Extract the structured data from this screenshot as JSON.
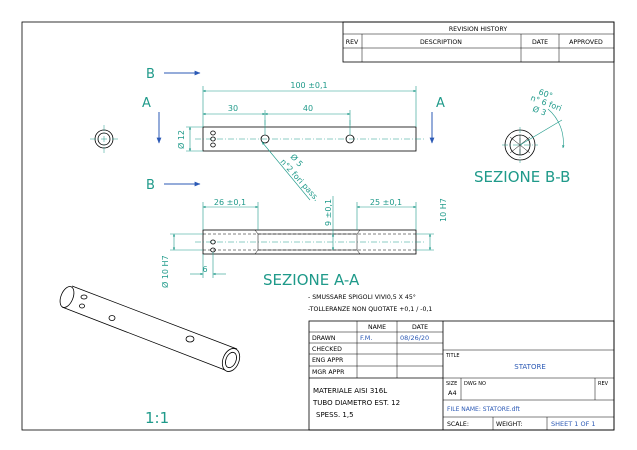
{
  "revision": {
    "header": "REVISION HISTORY",
    "columns": [
      "REV",
      "DESCRIPTION",
      "DATE",
      "APPROVED"
    ]
  },
  "top_view": {
    "label_a_left": "A",
    "label_a_right": "A",
    "label_b_top": "B",
    "label_b_bottom": "B",
    "dim_overall": "100 ±0,1",
    "dim_30": "30",
    "dim_40": "40",
    "dim_dia12": "Ø 12",
    "hole_note_dia": "Ø 5",
    "hole_note_count": "n°2 fori pass."
  },
  "section_bb": {
    "title": "SEZIONE B-B",
    "angle": "60°",
    "holes_count": "n° 6 fori",
    "holes_dia": "Ø 3"
  },
  "section_aa": {
    "title": "SEZIONE A-A",
    "dim_left": "26 ±0,1",
    "dim_right": "25 ±0,1",
    "dim_inner": "9 ±0,1",
    "dim_h7_right": "10 H7",
    "dim_h7_left": "Ø 10 H7",
    "dim_6": "6"
  },
  "notes": {
    "line1": "- SMUSSARE SPIGOLI VIVI0,5 X 45°",
    "line2": "-TOLLERANZE NON QUOTATE +0,1 / -0,1"
  },
  "title_block": {
    "col_name": "NAME",
    "col_date": "DATE",
    "rows": [
      {
        "label": "DRAWN",
        "name": "F.M.",
        "date": "08/26/20"
      },
      {
        "label": "CHECKED",
        "name": "",
        "date": ""
      },
      {
        "label": "ENG APPR",
        "name": "",
        "date": ""
      },
      {
        "label": "MGR APPR",
        "name": "",
        "date": ""
      }
    ],
    "material_1": "MATERIALE AISI 316L",
    "material_2": "TUBO DIAMETRO EST. 12",
    "material_3": "SPESS. 1,5",
    "title_label": "TITLE",
    "title_value": "STATORE",
    "size_label": "SIZE",
    "size_value": "A4",
    "dwg_label": "DWG NO",
    "rev_label": "REV",
    "file_name": "FILE NAME: STATORE.dft",
    "scale_label": "SCALE:",
    "weight_label": "WEIGHT:",
    "sheet": "SHEET 1 OF 1"
  },
  "scale_text": "1:1"
}
